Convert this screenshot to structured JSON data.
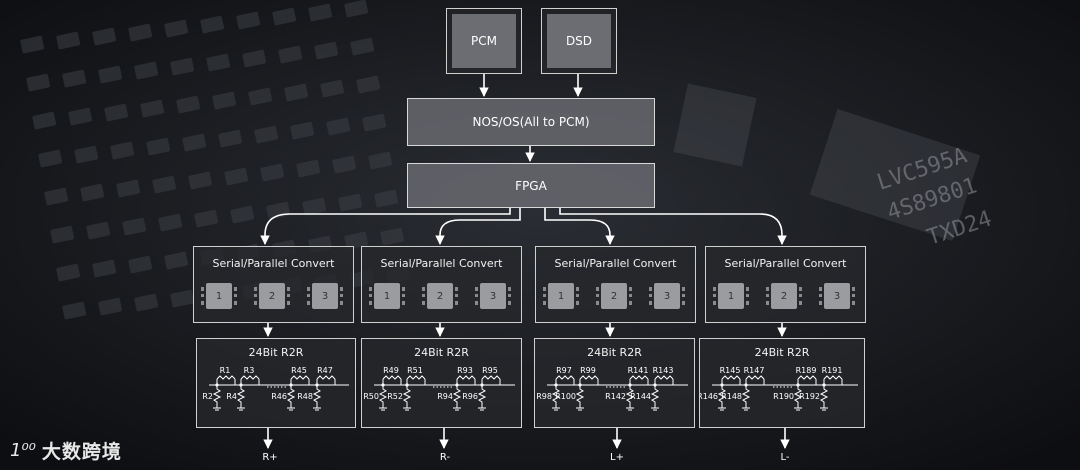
{
  "sources": [
    "PCM",
    "DSD"
  ],
  "nos_box": "NOS/OS(All to PCM)",
  "fpga_box": "FPGA",
  "channels": [
    {
      "convert_title": "Serial/Parallel Convert",
      "chips": [
        "1",
        "2",
        "3"
      ],
      "r2r_title": "24Bit R2R",
      "top_resistors": [
        "R1",
        "R3",
        "R45",
        "R47"
      ],
      "bottom_resistors": [
        "R2",
        "R4",
        "R46",
        "R48"
      ],
      "output": "R+"
    },
    {
      "convert_title": "Serial/Parallel Convert",
      "chips": [
        "1",
        "2",
        "3"
      ],
      "r2r_title": "24Bit R2R",
      "top_resistors": [
        "R49",
        "R51",
        "R93",
        "R95"
      ],
      "bottom_resistors": [
        "R50",
        "R52",
        "R94",
        "R96"
      ],
      "output": "R-"
    },
    {
      "convert_title": "Serial/Parallel Convert",
      "chips": [
        "1",
        "2",
        "3"
      ],
      "r2r_title": "24Bit R2R",
      "top_resistors": [
        "R97",
        "R99",
        "R141",
        "R143"
      ],
      "bottom_resistors": [
        "R98",
        "R100",
        "R142",
        "R144"
      ],
      "output": "L+"
    },
    {
      "convert_title": "Serial/Parallel Convert",
      "chips": [
        "1",
        "2",
        "3"
      ],
      "r2r_title": "24Bit R2R",
      "top_resistors": [
        "R145",
        "R147",
        "R189",
        "R191"
      ],
      "bottom_resistors": [
        "R146",
        "R148",
        "R190",
        "R192"
      ],
      "output": "L-"
    }
  ],
  "logo": {
    "mark": "1⁰⁰",
    "text": "大数跨境"
  },
  "colors": {
    "background": "#14161a",
    "box": "#6e7076",
    "line": "#ffffff"
  }
}
